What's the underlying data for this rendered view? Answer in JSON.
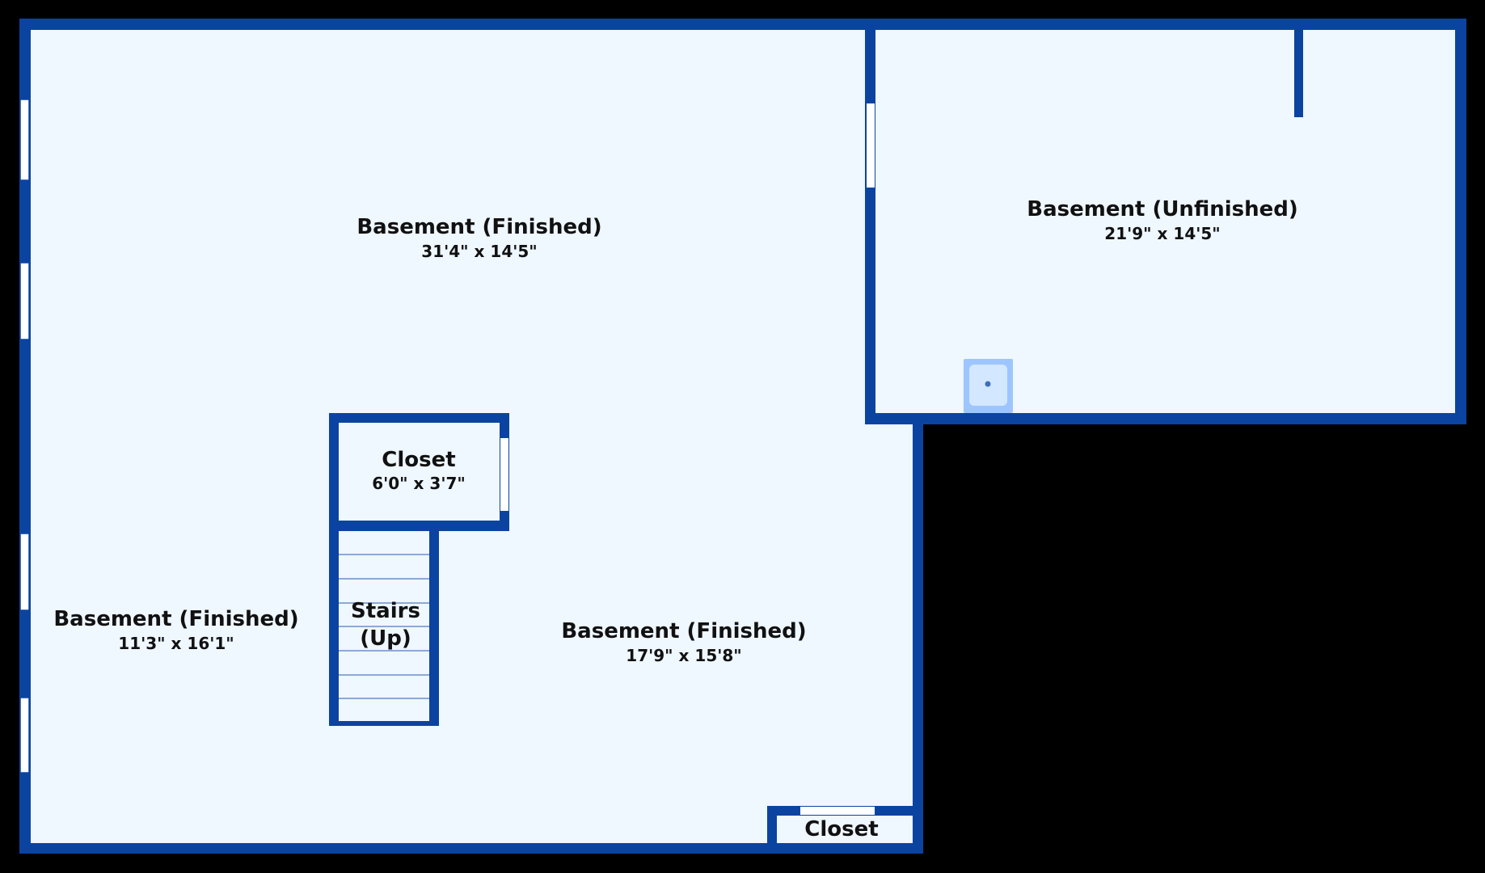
{
  "colors": {
    "background": "#000000",
    "floor": "#eff7ff",
    "wall": "#0b44a0",
    "opening": "#ffffff",
    "stair_line": "#6b8fc6",
    "fixture": "#9dc5ff"
  },
  "rooms": [
    {
      "id": "basement-finished-top",
      "name": "Basement (Finished)",
      "dims": "31'4\" x 14'5\""
    },
    {
      "id": "basement-unfinished",
      "name": "Basement (Unfinished)",
      "dims": "21'9\" x 14'5\""
    },
    {
      "id": "closet-center",
      "name": "Closet",
      "dims": "6'0\" x 3'7\""
    },
    {
      "id": "stairs",
      "name": "Stairs",
      "name_line2": "(Up)"
    },
    {
      "id": "basement-finished-left",
      "name": "Basement (Finished)",
      "dims": "11'3\" x 16'1\""
    },
    {
      "id": "basement-finished-right",
      "name": "Basement (Finished)",
      "dims": "17'9\" x 15'8\""
    },
    {
      "id": "closet-bottom",
      "name": "Closet"
    }
  ],
  "fixtures": [
    {
      "id": "utility-sink",
      "icon": "sink-icon"
    }
  ]
}
